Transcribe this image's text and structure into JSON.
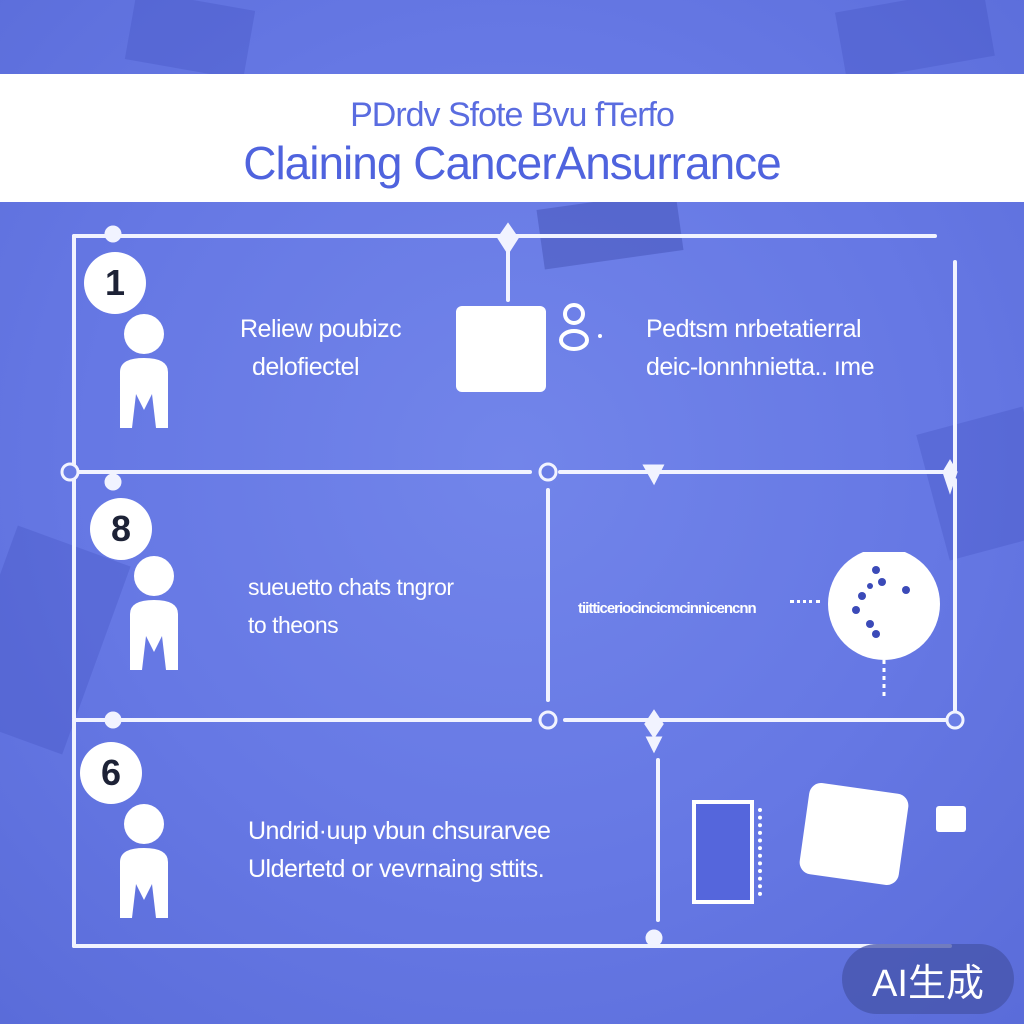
{
  "header": {
    "subtitle": "PDrdv Sfote Bvu fTerfo",
    "title": "Claining CancerAnsurrance"
  },
  "steps": [
    {
      "number": "1",
      "left_lines": [
        "Reliew poubizc",
        "delofiectel"
      ],
      "right_lines": [
        "Pedtsm nrbetatierral",
        "deic-lonnhnietta.. ıme"
      ]
    },
    {
      "number": "8",
      "left_lines": [
        "sueuetto chats tngror",
        "to theons"
      ],
      "right_lines": [
        "tiitticeriocincicmcinnicencnn"
      ]
    },
    {
      "number": "6",
      "left_lines": [
        "Undrid·uup vbun chsurarvee",
        "Uldertetd or vevrnaing sttits."
      ],
      "right_lines": []
    }
  ],
  "badge": "AI生成",
  "colors": {
    "background": "#6678e4",
    "header_text": "#4f63de",
    "line": "#f1f3ff"
  }
}
